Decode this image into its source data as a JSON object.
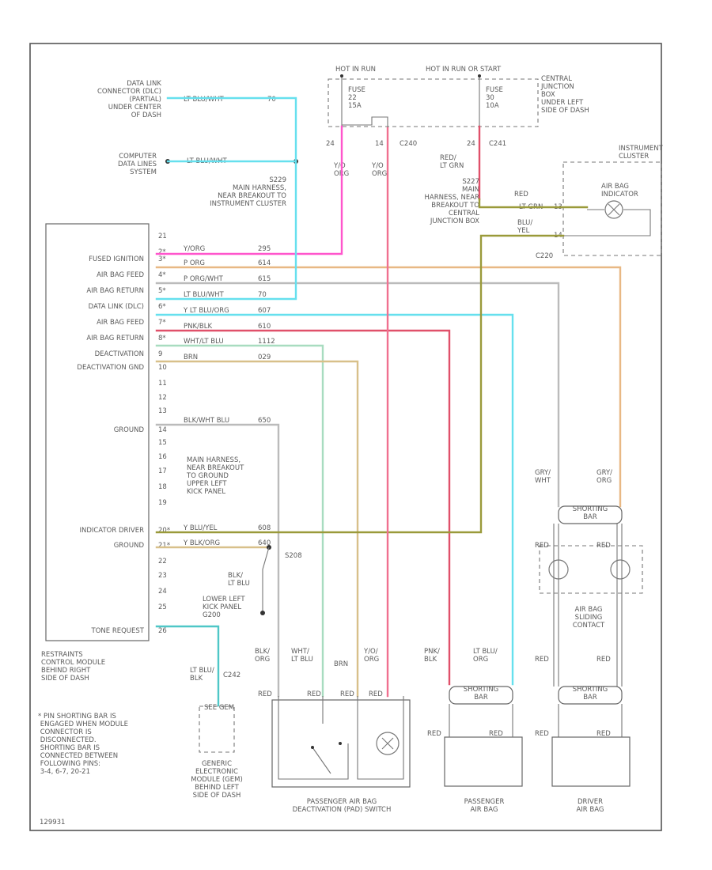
{
  "colors": {
    "pink": "#ff55cc",
    "red_pink": "#f07090",
    "red": "#e0506a",
    "cyan": "#66e0ee",
    "teal": "#4fc7c7",
    "orange": "#e8b884",
    "tan": "#d8c08a",
    "olive": "#9a9a3a",
    "light_green": "#a8dcc0",
    "gray": "#bbbbbb"
  },
  "labels": {
    "hot_in_run": "HOT IN RUN",
    "hot_in_run_start": "HOT IN RUN OR START",
    "fuse_22": "FUSE\n22\n15A",
    "fuse_30": "FUSE\n30\n10A",
    "central_junction_box": "CENTRAL\nJUNCTION\nBOX\nUNDER LEFT\nSIDE OF DASH",
    "dlc": "DATA LINK\nCONNECTOR (DLC)\n(PARTIAL)\nUNDER CENTER\nOF DASH",
    "computer_data_lines": "COMPUTER\nDATA LINES\nSYSTEM",
    "s229": "S229\nMAIN HARNESS,\nNEAR BREAKOUT TO\nINSTRUMENT CLUSTER",
    "s227": "S227\nMAIN\nHARNESS, NEAR\nBREAKOUT TO\nCENTRAL\nJUNCTION BOX",
    "instrument_cluster": "INSTRUMENT\nCLUSTER",
    "air_bag_indicator": "AIR BAG\nINDICATOR",
    "s208_location": "MAIN HARNESS,\nNEAR BREAKOUT\nTO GROUND\nUPPER LEFT\nKICK PANEL",
    "s208": "S208",
    "g200": "LOWER LEFT\nKICK PANEL\nG200",
    "rcm": "RESTRAINTS\nCONTROL MODULE\nBEHIND RIGHT\nSIDE OF DASH",
    "note": "*   PIN SHORTING BAR IS\n    ENGAGED WHEN MODULE\n    CONNECTOR IS\n    DISCONNECTED.\n    SHORTING BAR IS\n    CONNECTED BETWEEN\n    FOLLOWING PINS:\n    3-4, 6-7, 20-21",
    "gem": "GENERIC\nELECTRONIC\nMODULE (GEM)\nBEHIND LEFT\nSIDE OF DASH",
    "pad_switch": "PASSENGER AIR BAG\nDEACTIVATION (PAD) SWITCH",
    "passenger_air_bag": "PASSENGER\nAIR BAG",
    "driver_air_bag": "DRIVER\nAIR BAG",
    "clockspring": "AIR BAG\nSLIDING\nCONTACT",
    "shorting_bar": "SHORTING\nBAR",
    "c220": "C220",
    "c240": "C240",
    "c241": "C241",
    "c242": "C242",
    "code": "129931",
    "gem_sub": "SEE GEM"
  },
  "rcm_pins": [
    {
      "name": "",
      "pin": "21"
    },
    {
      "name": "",
      "pin": "2*"
    },
    {
      "name": "FUSED IGNITION",
      "pin": "3*"
    },
    {
      "name": "AIR BAG FEED",
      "pin": "4*"
    },
    {
      "name": "AIR BAG RETURN",
      "pin": "5*"
    },
    {
      "name": "DATA LINK (DLC)",
      "pin": "6*"
    },
    {
      "name": "AIR BAG FEED",
      "pin": "7*"
    },
    {
      "name": "AIR BAG RETURN",
      "pin": "8*"
    },
    {
      "name": "DEACTIVATION",
      "pin": "9"
    },
    {
      "name": "DEACTIVATION GND",
      "pin": "10"
    },
    {
      "name": "",
      "pin": "11"
    },
    {
      "name": "",
      "pin": "12"
    },
    {
      "name": "",
      "pin": "13"
    },
    {
      "name": "GROUND",
      "pin": "14"
    },
    {
      "name": "",
      "pin": "15"
    },
    {
      "name": "",
      "pin": "16"
    },
    {
      "name": "",
      "pin": "17"
    },
    {
      "name": "",
      "pin": "18"
    },
    {
      "name": "",
      "pin": "19"
    },
    {
      "name": "INDICATOR DRIVER",
      "pin": "20*"
    },
    {
      "name": "GROUND",
      "pin": "21*"
    },
    {
      "name": "",
      "pin": "22"
    },
    {
      "name": "",
      "pin": "23"
    },
    {
      "name": "",
      "pin": "24"
    },
    {
      "name": "",
      "pin": "25"
    },
    {
      "name": "TONE REQUEST",
      "pin": "26"
    }
  ],
  "rcm_wires": [
    {
      "color": "Y/ORG",
      "circuit": "295"
    },
    {
      "color": "P ORG",
      "circuit": "614"
    },
    {
      "color": "P ORG/WHT",
      "circuit": "615"
    },
    {
      "color": "LT BLU/WHT",
      "circuit": "70"
    },
    {
      "color": "Y LT BLU/ORG",
      "circuit": "607"
    },
    {
      "color": "PNK/BLK",
      "circuit": "610"
    },
    {
      "color": "WHT/LT BLU",
      "circuit": "1112"
    },
    {
      "color": "BRN",
      "circuit": "029"
    },
    {
      "color": "BLK/WHT BLU",
      "circuit": "650"
    },
    {
      "color": "Y BLU/YEL",
      "circuit": "608"
    },
    {
      "color": "Y BLK/ORG",
      "circuit": "640"
    }
  ],
  "wire_labels": {
    "dlc_wire": "LT BLU/WHT",
    "dlc_circuit": "70",
    "cdl_wire": "LT BLU/WHT",
    "y_org_1": "Y/O\nORG",
    "y_org_2": "Y/O\nORG",
    "red_lt_grn": "RED/\nLT GRN",
    "red": "RED",
    "lt_grn": "LT GRN",
    "blu_yel": "BLU/\nYEL",
    "pin_24a": "24",
    "pin_14a": "14",
    "pin_24b": "24",
    "pin_13": "13",
    "pin_14b": "14",
    "gry_wht": "GRY/\nWHT",
    "gry_org": "GRY/\nORG",
    "red_1": "RED",
    "red_2": "RED",
    "red_3": "RED",
    "red_4": "RED",
    "blu_lt_blu": "BLK/\nLT BLU",
    "lt_blu_blk": "LT BLU/\nBLK",
    "blk_org": "BLK/\nORG",
    "wht_lt_blu": "WHT/\nLT BLU",
    "brn": "BRN",
    "y_org_3": "Y/O/\nORG",
    "pnk_blk": "PNK/\nBLK",
    "lt_blu_org": "LT BLU/\nORG",
    "red_5": "RED",
    "red_6": "RED",
    "red_7": "RED",
    "red_8": "RED",
    "red_9": "RED",
    "red_10": "RED",
    "red_11": "RED",
    "red_12": "RED"
  }
}
